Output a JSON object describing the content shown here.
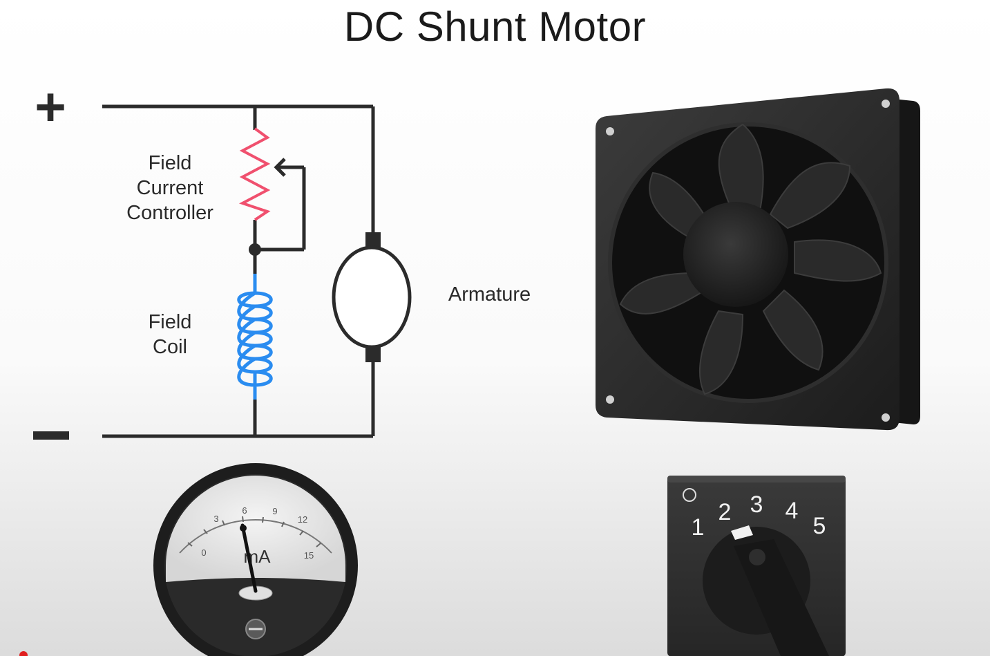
{
  "title": "DC Shunt Motor",
  "labels": {
    "plus": "+",
    "minus": "–",
    "field_current_controller": [
      "Field",
      "Current",
      "Controller"
    ],
    "field_coil": [
      "Field",
      "Coil"
    ],
    "armature": "Armature"
  },
  "meter": {
    "unit": "mA",
    "scale": [
      "0",
      "3",
      "6",
      "9",
      "12",
      "15"
    ]
  },
  "switch": {
    "positions": [
      "1",
      "2",
      "3",
      "4",
      "5"
    ]
  },
  "colors": {
    "resistor": "#f0506e",
    "coil": "#2a8cf0",
    "wire": "#2b2b2b"
  }
}
